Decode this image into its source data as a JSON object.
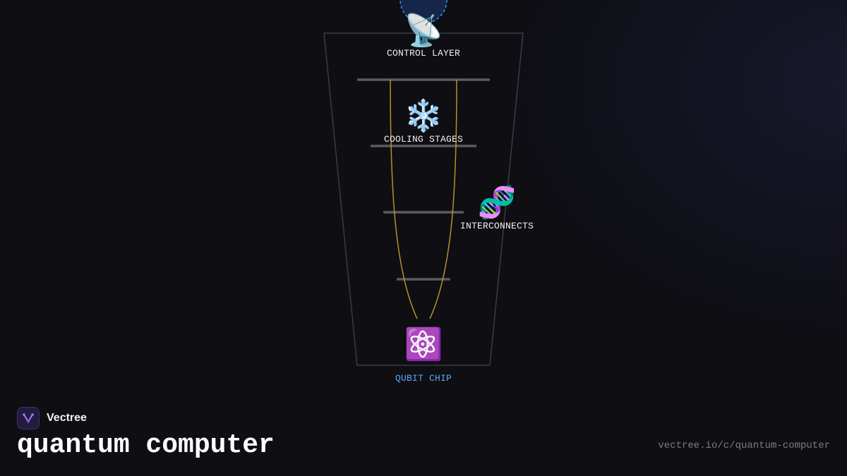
{
  "diagram": {
    "nodes": {
      "control_layer": {
        "label": "CONTROL LAYER",
        "icon": "satellite-dish-icon",
        "glyph": "📡"
      },
      "cooling_stages": {
        "label": "COOLING STAGES",
        "icon": "snowflake-icon",
        "glyph": "❄️"
      },
      "interconnects": {
        "label": "INTERCONNECTS",
        "icon": "dna-icon",
        "glyph": "🧬"
      },
      "qubit_chip": {
        "label": "QUBIT CHIP",
        "icon": "atom-icon",
        "glyph": "⚛️"
      }
    }
  },
  "brand": {
    "name": "Vectree",
    "logo": "vectree-logo-icon"
  },
  "page_title": "quantum computer",
  "source_url": "vectree.io/c/quantum-computer",
  "colors": {
    "background": "#0e0e13",
    "frame": "#3a3a44",
    "plate": "#5a5a66",
    "wire": "#b8902a",
    "node_circle_fill": "#16254a",
    "node_circle_stroke": "#3d8ee6",
    "qubit_label": "#5aa9f0",
    "text": "#f2f2f2",
    "muted": "#7c7c84"
  }
}
